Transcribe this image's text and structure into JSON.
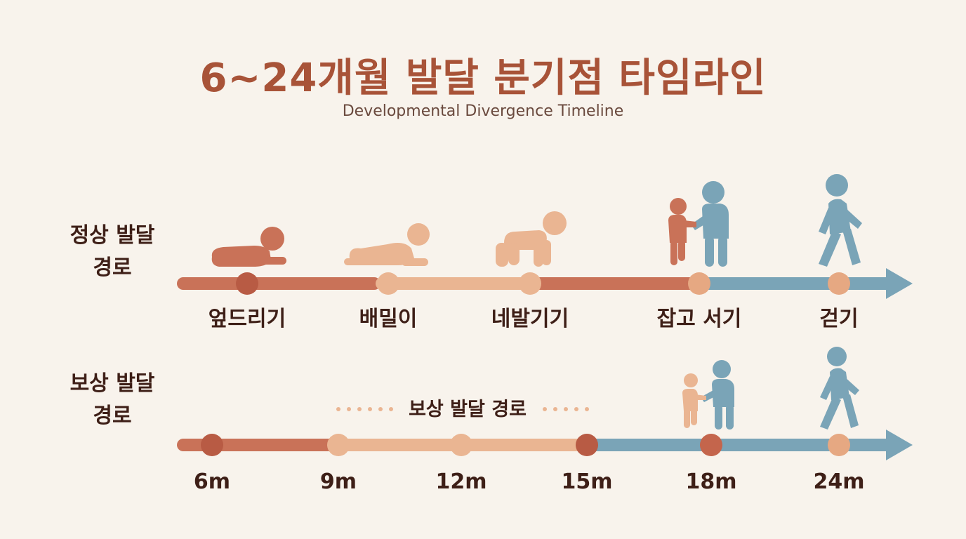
{
  "title": "6~24개월 발달 분기점 타임라인",
  "subtitle": "Developmental Divergence Timeline",
  "colors": {
    "terracotta": "#c97258",
    "peach": "#eab592",
    "blue": "#7aa4b7",
    "dark_dot": "#b85b44",
    "text": "#3e1f17"
  },
  "normal_path": {
    "label_line1": "정상 발달",
    "label_line2": "경로",
    "milestones": [
      {
        "label": "엎드리기",
        "icon": "baby-lying-icon"
      },
      {
        "label": "배밀이",
        "icon": "baby-commando-crawl-icon"
      },
      {
        "label": "네발기기",
        "icon": "baby-crawling-icon"
      },
      {
        "label": "잡고 서기",
        "icon": "toddler-standing-holding-adult-icon"
      },
      {
        "label": "걷기",
        "icon": "person-walking-icon"
      }
    ]
  },
  "compensatory_path": {
    "label_line1": "보상 발달",
    "label_line2": "경로",
    "mid_label": "보상 발달 경로",
    "ages": [
      "6m",
      "9m",
      "12m",
      "15m",
      "18m",
      "24m"
    ],
    "icons": [
      "toddler-standing-holding-adult-icon",
      "person-walking-icon"
    ]
  }
}
